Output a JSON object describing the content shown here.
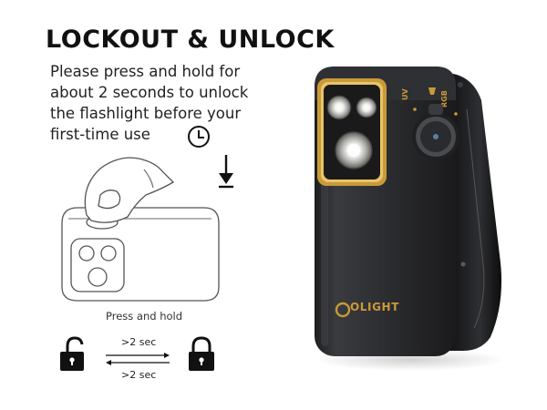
{
  "title": "LOCKOUT & UNLOCK",
  "instructions": {
    "lines": [
      "Please press and hold for",
      "about 2 seconds to unlock",
      "the flashlight before your",
      "first-time use"
    ]
  },
  "diagram": {
    "press_label": "Press and hold",
    "arrow_top_label": ">2 sec",
    "arrow_bottom_label": ">2 sec"
  },
  "product": {
    "brand": "OLIGHT",
    "mode_icons": [
      "UV",
      "flashlight",
      "RGB"
    ]
  },
  "icons": [
    "clock-icon",
    "down-arrow-icon",
    "unlocked-padlock-icon",
    "locked-padlock-icon"
  ],
  "colors": {
    "accent_gold": "#c99a38",
    "device_body": "#2a2b2e",
    "text": "#111111"
  }
}
